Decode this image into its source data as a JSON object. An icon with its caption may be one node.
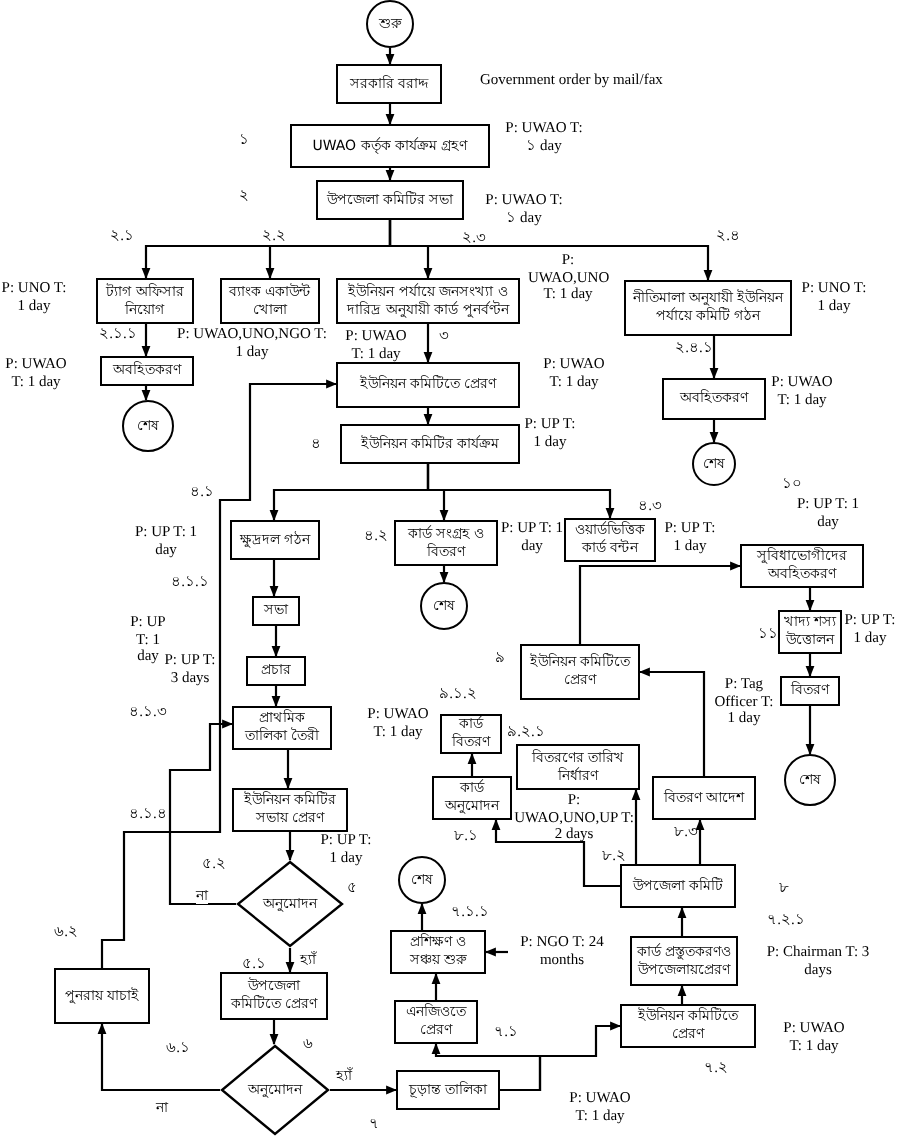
{
  "diagram": {
    "nodes": [
      {
        "text": [
          "শুরু"
        ]
      },
      {
        "text": [
          "সরকারি বরাদ্দ"
        ]
      },
      {
        "text": [
          "UWAO কর্তৃক কার্যক্রম গ্রহণ"
        ]
      },
      {
        "text": [
          "উপজেলা কমিটির সভা"
        ]
      },
      {
        "text": [
          "ট্যাগ অফিসার নিয়োগ"
        ]
      },
      {
        "text": [
          "ব্যাংক একাউন্ট খোলা"
        ]
      },
      {
        "text": [
          "ইউনিয়ন পর্যায়ে জনসংখ্যা ও দারিদ্র অনুযায়ী কার্ড পুনর্বণ্টন"
        ]
      },
      {
        "text": [
          "নীতিমালা অনুযায়ী ইউনিয়ন পর্যায়ে কমিটি গঠন"
        ]
      },
      {
        "text": [
          "অবহিতকরণ"
        ]
      },
      {
        "text": [
          "শেষ"
        ]
      },
      {
        "text": [
          "ইউনিয়ন কমিটিতে প্রেরণ"
        ]
      },
      {
        "text": [
          "অবহিতকরণ"
        ]
      },
      {
        "text": [
          "শেষ"
        ]
      },
      {
        "text": [
          "ইউনিয়ন কমিটির কার্যক্রম"
        ]
      },
      {
        "text": [
          "ক্ষুদ্রদল গঠন"
        ]
      },
      {
        "text": [
          "কার্ড সংগ্রহ ও বিতরণ"
        ]
      },
      {
        "text": [
          "ওয়ার্ডভিত্তিক কার্ড বন্টন"
        ]
      },
      {
        "text": [
          "শেষ"
        ]
      },
      {
        "text": [
          "সুবিধাভোগীদের অবহিতকরণ"
        ]
      },
      {
        "text": [
          "সভা"
        ]
      },
      {
        "text": [
          "খাদ্য শস্য উত্তোলন"
        ]
      },
      {
        "text": [
          "প্রচার"
        ]
      },
      {
        "text": [
          "ইউনিয়ন কমিটিতে প্রেরণ"
        ]
      },
      {
        "text": [
          "বিতরণ"
        ]
      },
      {
        "text": [
          "প্রাথমিক তালিকা তৈরী"
        ]
      },
      {
        "text": [
          "কার্ড বিতরণ"
        ]
      },
      {
        "text": [
          "বিতরণের তারিখ নির্ধারণ"
        ]
      },
      {
        "text": [
          "বিতরণ আদেশ"
        ]
      },
      {
        "text": [
          "শেষ"
        ]
      },
      {
        "text": [
          "ইউনিয়ন কমিটির সভায় প্রেরণ"
        ]
      },
      {
        "text": [
          "কার্ড অনুমোদন"
        ]
      },
      {
        "text": [
          "উপজেলা কমিটি"
        ]
      },
      {
        "text": [
          "অনুমোদন"
        ]
      },
      {
        "text": [
          "শেষ"
        ]
      },
      {
        "text": [
          "পুনরায় যাচাই"
        ]
      },
      {
        "text": [
          "প্রশিক্ষণ ও সঞ্চয় শুরু"
        ]
      },
      {
        "text": [
          "কার্ড প্রস্তুতকরণও উপজেলায়প্রেরণ"
        ]
      },
      {
        "text": [
          "উপজেলা কমিটিতে প্রেরণ"
        ]
      },
      {
        "text": [
          "এনজিওতে প্রেরণ"
        ]
      },
      {
        "text": [
          "ইউনিয়ন কমিটিতে প্রেরণ"
        ]
      },
      {
        "text": [
          "অনুমোদন"
        ]
      },
      {
        "text": [
          "চূড়ান্ত তালিকা"
        ]
      },
      {
        "text": [
          "P: NGO T: 24 months"
        ]
      }
    ],
    "edges": [
      {
        "from": 0,
        "to": 1,
        "arrow": "to"
      },
      {
        "from": 1,
        "to": 2,
        "arrow": "to"
      },
      {
        "from": 2,
        "to": 3,
        "arrow": "to"
      },
      {
        "from": 3,
        "to": 4,
        "arrow": "to"
      },
      {
        "from": 3,
        "to": 5,
        "arrow": "to"
      },
      {
        "from": 3,
        "to": 6,
        "arrow": "to"
      },
      {
        "from": 3,
        "to": 7,
        "arrow": "to"
      },
      {
        "from": 4,
        "to": 8,
        "arrow": "to"
      },
      {
        "from": 8,
        "to": 9,
        "arrow": "to"
      },
      {
        "from": 6,
        "to": 10,
        "arrow": "to"
      },
      {
        "from": 7,
        "to": 11,
        "arrow": "to"
      },
      {
        "from": 11,
        "to": 12,
        "arrow": "to"
      },
      {
        "from": 10,
        "to": 13,
        "arrow": "to"
      },
      {
        "from": 13,
        "to": 14,
        "arrow": "to"
      },
      {
        "from": 13,
        "to": 15,
        "arrow": "to"
      },
      {
        "from": 13,
        "to": 16,
        "arrow": "to"
      },
      {
        "from": 15,
        "to": 17,
        "arrow": "to"
      },
      {
        "from": 14,
        "to": 19,
        "arrow": "to"
      },
      {
        "from": 19,
        "to": 21,
        "arrow": "to"
      },
      {
        "from": 21,
        "to": 24,
        "arrow": "to"
      },
      {
        "from": 24,
        "to": 29,
        "arrow": "to"
      },
      {
        "from": 29,
        "to": 32,
        "arrow": "to"
      },
      {
        "from": 32,
        "to": 37,
        "arrow": "to",
        "label": "হ্যাঁ"
      },
      {
        "from": 32,
        "to": 24,
        "arrow": "to",
        "label": "না"
      },
      {
        "from": 37,
        "to": 40,
        "arrow": "to"
      },
      {
        "from": 40,
        "to": 41,
        "arrow": "to",
        "label": "হ্যাঁ"
      },
      {
        "from": 40,
        "to": 34,
        "arrow": "to",
        "label": "না"
      },
      {
        "from": 34,
        "to": 10,
        "arrow": "to"
      },
      {
        "from": 41,
        "to": 38,
        "arrow": "to"
      },
      {
        "from": 41,
        "to": 39,
        "arrow": "to"
      },
      {
        "from": 38,
        "to": 35,
        "arrow": "to"
      },
      {
        "from": 35,
        "to": 33,
        "arrow": "to"
      },
      {
        "from": 42,
        "to": 35,
        "arrow": "to"
      },
      {
        "from": 39,
        "to": 36,
        "arrow": "to"
      },
      {
        "from": 36,
        "to": 31,
        "arrow": "to"
      },
      {
        "from": 31,
        "to": 30,
        "arrow": "to"
      },
      {
        "from": 31,
        "to": 26,
        "arrow": "to"
      },
      {
        "from": 31,
        "to": 27,
        "arrow": "to"
      },
      {
        "from": 30,
        "to": 25,
        "arrow": "to"
      },
      {
        "from": 27,
        "to": 22,
        "arrow": "to"
      },
      {
        "from": 22,
        "to": 18,
        "arrow": "to"
      },
      {
        "from": 18,
        "to": 20,
        "arrow": "to"
      },
      {
        "from": 20,
        "to": 23,
        "arrow": "to"
      },
      {
        "from": 23,
        "to": 28,
        "arrow": "to"
      }
    ],
    "labels": [
      "Government order by mail/fax",
      "১",
      "P: UWAO T: ১ day",
      "২",
      "P: UWAO T: ১ day",
      "২.১",
      "২.২",
      "২.৩",
      "২.৪",
      "P: UNO T: 1 day",
      "২.১.১",
      "P: UWAO,UNO,NGO T: 1 day",
      "P: UWAO T: 1 day",
      "৩",
      "P: UWAO,UNO T: 1 day",
      "P: UNO T: 1 day",
      "২.৪.১",
      "P: UWAO T: 1 day",
      "P: UWAO T: 1 day",
      "P: UWAO T: 1 day",
      "৪",
      "P: UP T: 1 day",
      "৪.১",
      "৪.২",
      "P: UP T: 1 day",
      "৪.৩",
      "P: UP T: 1 day",
      "১০",
      "P: UP T: 1 day",
      "P: UP T: 1 day",
      "৪.১.১",
      "P: UP T: 1 day",
      "১১",
      "P: UP T: 1 day",
      "৯",
      "P: UP T: 3 days",
      "৪.১.৩",
      "৯.১.২",
      "P: Tag Officer T: 1 day",
      "P: UWAO T: 1 day",
      "৯.২.১",
      "৪.১.৪",
      "৮.১",
      "P: UWAO,UNO,UP T: 2 days",
      "৮.৩",
      "৮.২",
      "P: UP T: 1 day",
      "৫.২",
      "৫",
      "৮",
      "৭.১.১",
      "৭.২.১",
      "৬.২",
      "৫.১",
      "P: Chairman T: 3 days",
      "৬.১",
      "৬",
      "৭.১",
      "P: UWAO T: 1 day",
      "৭.২",
      "P: UWAO T: 1 day",
      "৭"
    ]
  }
}
